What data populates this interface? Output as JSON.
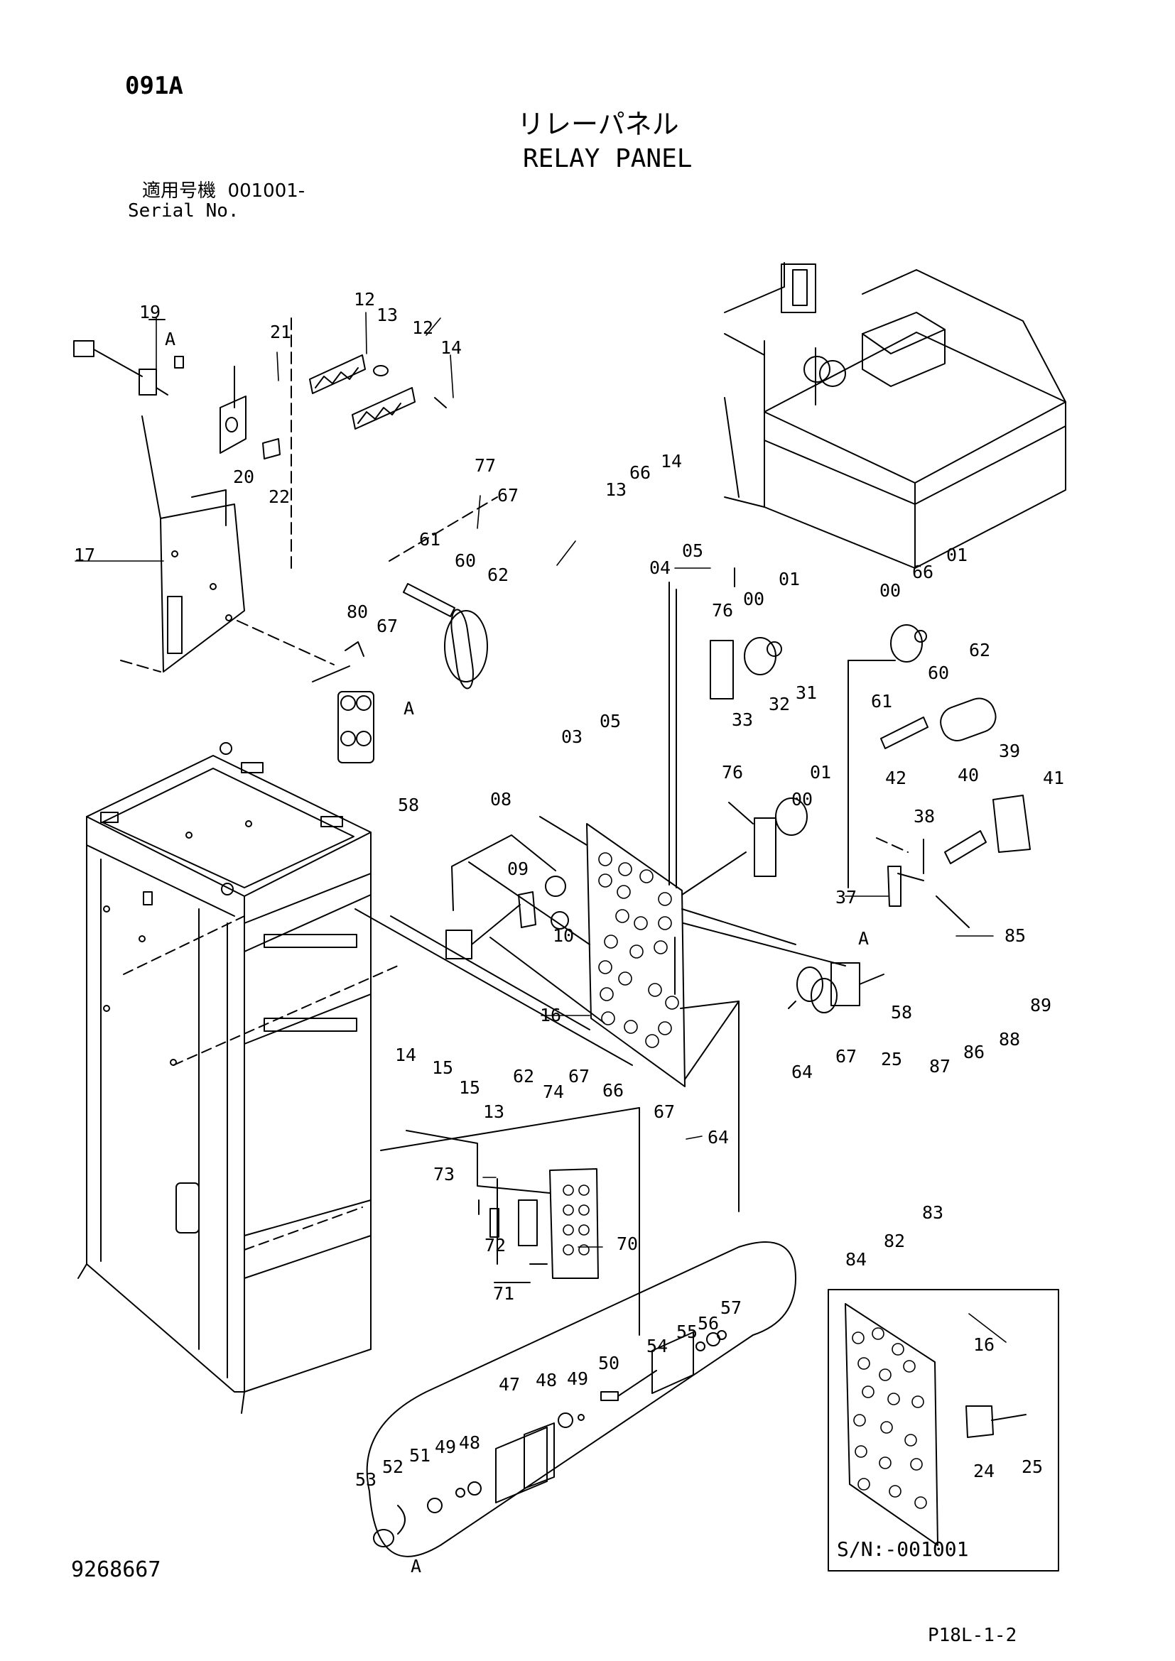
{
  "header": {
    "sheet_code": "091A",
    "title_jp": "リレーパネル",
    "title_en": "RELAY PANEL",
    "serial_label_jp": "適用号機",
    "serial_value": "001001-",
    "serial_label_en": "Serial No."
  },
  "footer": {
    "document_number": "9268667",
    "page_reference": "P18L-1-2"
  },
  "inset": {
    "serial_note": "S/N:-001001"
  },
  "callouts": [
    "19",
    "A",
    "21",
    "12",
    "13",
    "12",
    "14",
    "20",
    "22",
    "17",
    "77",
    "67",
    "61",
    "60",
    "62",
    "80",
    "67",
    "A",
    "58",
    "13",
    "66",
    "14",
    "05",
    "04",
    "76",
    "00",
    "01",
    "00",
    "66",
    "01",
    "62",
    "60",
    "61",
    "33",
    "32",
    "31",
    "03",
    "05",
    "76",
    "00",
    "01",
    "42",
    "38",
    "40",
    "39",
    "41",
    "08",
    "09",
    "10",
    "16",
    "37",
    "85",
    "A",
    "58",
    "14",
    "15",
    "15",
    "62",
    "67",
    "74",
    "13",
    "66",
    "67",
    "64",
    "73",
    "72",
    "70",
    "71",
    "64",
    "67",
    "25",
    "87",
    "86",
    "88",
    "89",
    "84",
    "82",
    "83",
    "53",
    "52",
    "51",
    "49",
    "48",
    "47",
    "48",
    "49",
    "50",
    "54",
    "55",
    "56",
    "57",
    "A",
    "16",
    "24",
    "25"
  ]
}
